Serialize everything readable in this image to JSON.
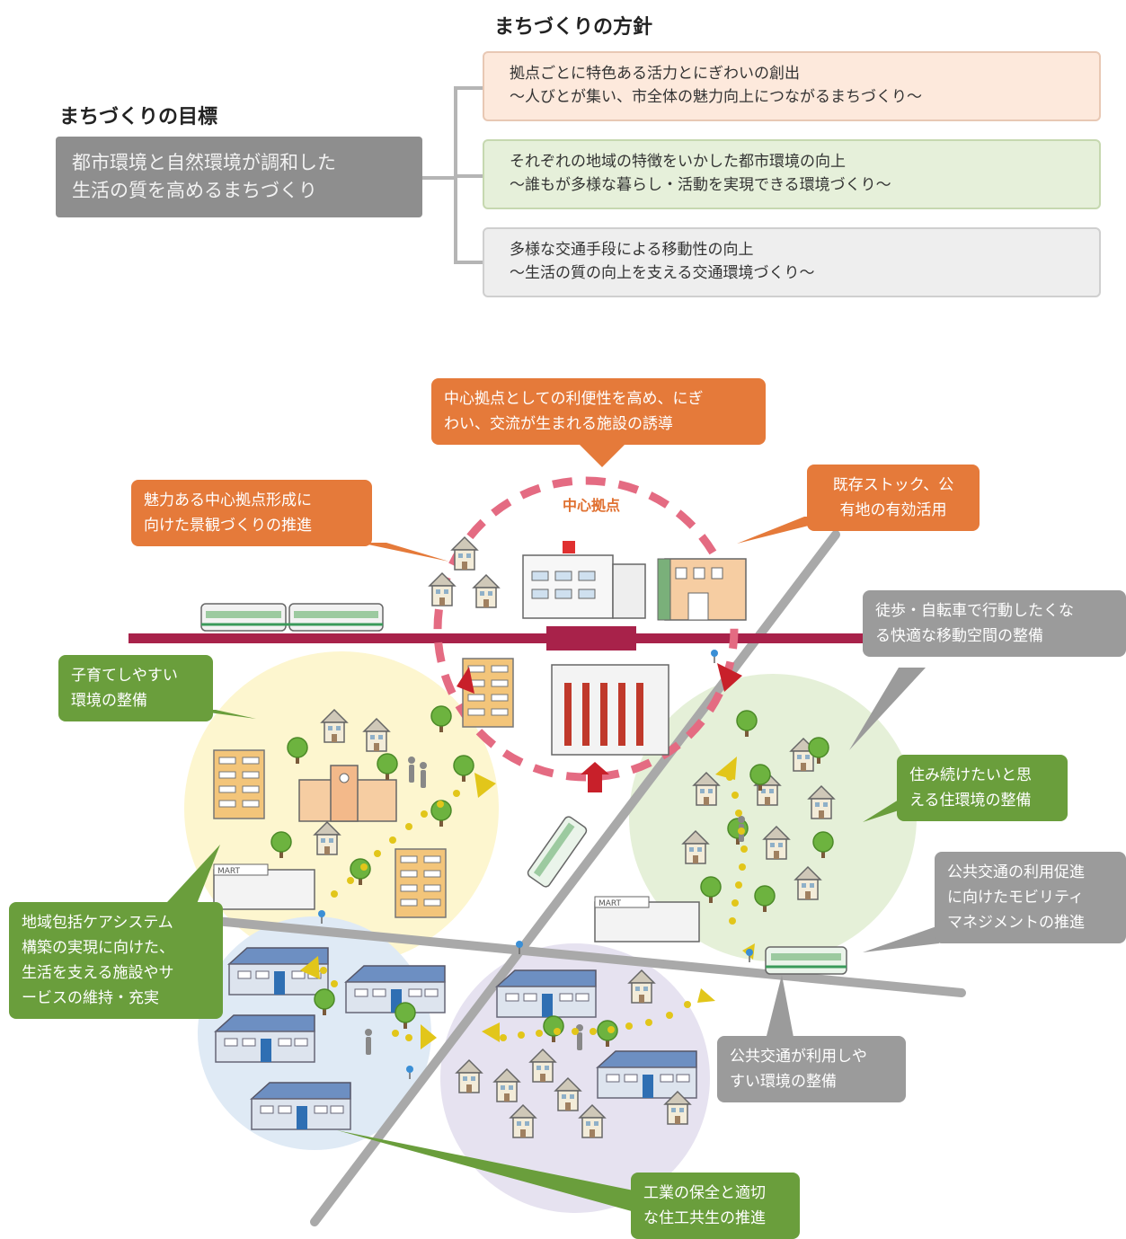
{
  "header": {
    "policy_title": "まちづくりの方針",
    "goal_title": "まちづくりの目標",
    "goal_text": "都市環境と自然環境が調和した\n生活の質を高めるまちづくり"
  },
  "policies": [
    {
      "line1": "拠点ごとに特色ある活力とにぎわいの創出",
      "line2": "～人びとが集い、市全体の魅力向上につながるまちづくり～"
    },
    {
      "line1": "それぞれの地域の特徴をいかした都市環境の向上",
      "line2": "～誰もが多様な暮らし・活動を実現できる環境づくり～"
    },
    {
      "line1": "多様な交通手段による移動性の向上",
      "line2": "～生活の質の向上を支える交通環境づくり～"
    }
  ],
  "diagram": {
    "center_label": "中心拠点",
    "callouts": {
      "center_convenience": [
        "中心拠点としての利便性を高め、にぎ",
        "わい、交流が生まれる施設の誘導"
      ],
      "landscape": [
        "魅力ある中心拠点形成に",
        "向けた景観づくりの推進"
      ],
      "existing_stock": [
        "既存ストック、公",
        "有地の有効活用"
      ],
      "walking_cycling": [
        "徒歩・自転車で行動したくな",
        "る快適な移動空間の整備"
      ],
      "childcare": [
        "子育てしやすい",
        "環境の整備"
      ],
      "residential": [
        "住み続けたいと思",
        "える住環境の整備"
      ],
      "mobility_management": [
        "公共交通の利用促進",
        "に向けたモビリティ",
        "マネジメントの推進"
      ],
      "community_care": [
        "地域包括ケアシステム",
        "構築の実現に向けた、",
        "生活を支える施設やサ",
        "ービスの維持・充実"
      ],
      "public_transport": [
        "公共交通が利用しや",
        "すい環境の整備"
      ],
      "industry": [
        "工業の保全と適切",
        "な住工共生の推進"
      ]
    },
    "sign_text": "MART",
    "colors": {
      "orange": "#e57a3a",
      "green": "#6a9e3c",
      "gray": "#9b9b9b",
      "rail": "#a8224a",
      "zone_yellow": "#fdf6cf",
      "zone_green": "#e5f0d8",
      "zone_blue": "#dfeaf5",
      "zone_purple": "#e6e2f0"
    }
  }
}
